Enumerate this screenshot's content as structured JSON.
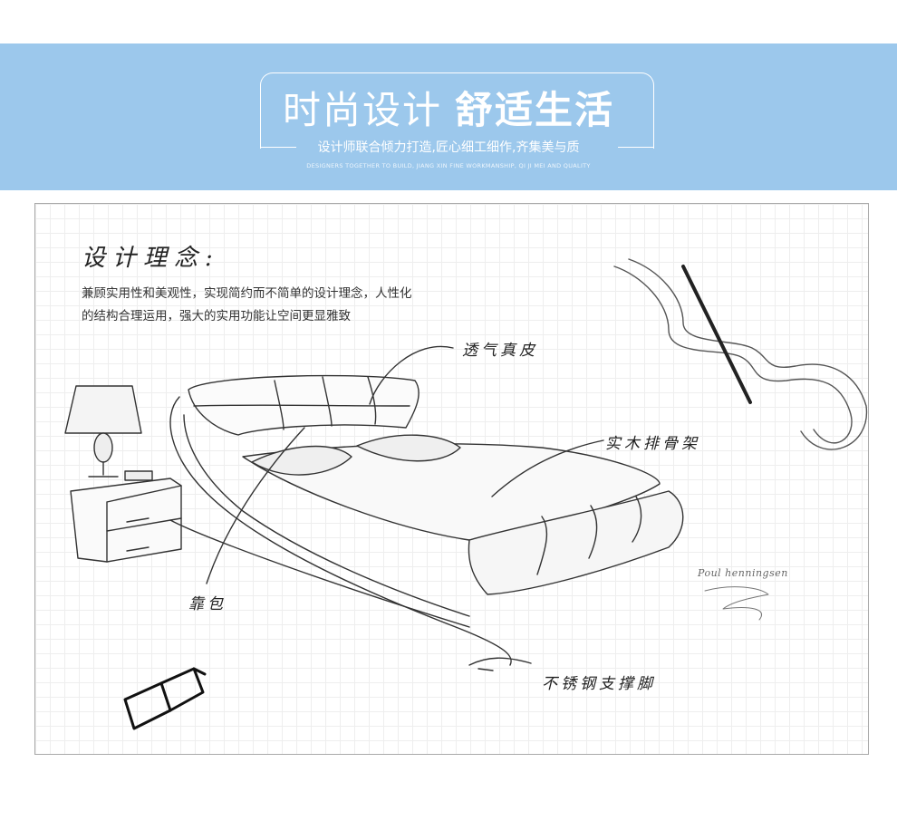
{
  "header": {
    "title_light": "时尚设计",
    "title_bold": "舒适生活",
    "subtitle": "设计师联合倾力打造,匠心细工细作,齐集美与质",
    "tagline": "DESIGNERS TOGETHER TO BUILD, JIANG XIN FINE WORKMANSHIP, QI JI MEI AND QUALITY"
  },
  "concept": {
    "heading": "设计理念:",
    "lines": [
      "兼顾实用性和美观性，实现简约而不简单的设计理念，人性化",
      "的结构合理运用，强大的实用功能让空间更显雅致"
    ]
  },
  "labels": {
    "breathable_leather": "透气真皮",
    "wood_slats": "实木排骨架",
    "backrest": "靠包",
    "steel_feet": "不锈钢支撑脚"
  },
  "signature": "Poul henningsen",
  "colors": {
    "banner": "#9cc8ec",
    "text": "#222222"
  }
}
